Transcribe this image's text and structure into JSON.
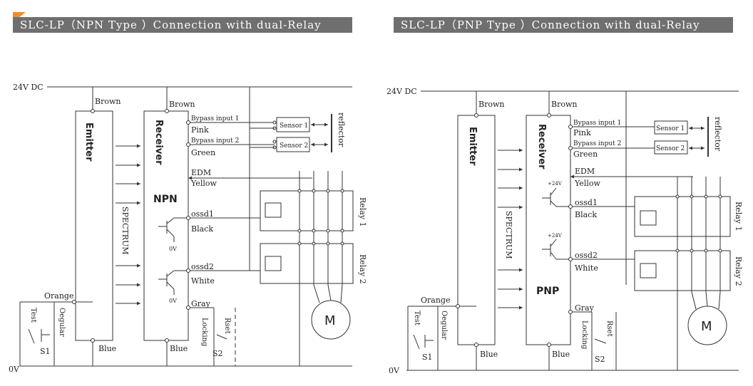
{
  "left": {
    "title": "SLC-LP（NPN Type ）Connection with  dual-Relay",
    "supply": "24V DC",
    "ground": "0V",
    "emitter": "Emitter",
    "receiver": "Receiver",
    "type": "NPN",
    "spectrum": "SPECTRUM",
    "wire_brown_emitter": "Brown",
    "wire_brown_receiver": "Brown",
    "bypass1": "Bypass input 1",
    "pink": "Pink",
    "bypass2": "Bypass input 2",
    "green": "Green",
    "edm": "EDM",
    "yellow": "Yellow",
    "ossd1": "ossd1",
    "black": "Black",
    "ossd2": "ossd2",
    "white": "White",
    "gray": "Gray",
    "orange": "Orange",
    "blue_emitter": "Blue",
    "blue_receiver": "Blue",
    "sensor1": "Sensor 1",
    "sensor2": "Sensor 2",
    "reflector": "reflector",
    "relay1": "Relay 1",
    "relay2": "Relay 2",
    "motor": "M",
    "test": "Test",
    "oegular": "Oegular",
    "s1": "S1",
    "locking": "Locking",
    "rset": "Rset",
    "s2": "S2",
    "zero_v_small": "0V"
  },
  "right": {
    "title": "SLC-LP（PNP Type ）Connection with  dual-Relay",
    "supply": "24V DC",
    "ground": "0V",
    "emitter": "Emitter",
    "receiver": "Receiver",
    "type": "PNP",
    "spectrum": "SPECTRUM",
    "wire_brown_emitter": "Brown",
    "wire_brown_receiver": "Brown",
    "bypass1": "Bypass input 1",
    "pink": "Pink",
    "bypass2": "Bypass input 2",
    "green": "Green",
    "edm": "EDM",
    "yellow": "Yellow",
    "ossd1": "ossd1",
    "black": "Black",
    "ossd2": "ossd2",
    "white": "White",
    "gray": "Gray",
    "orange": "Orange",
    "blue_emitter": "Blue",
    "blue_receiver": "Blue",
    "sensor1": "Sensor 1",
    "sensor2": "Sensor 2",
    "reflector": "reflector",
    "relay1": "Relay 1",
    "relay2": "Relay 2",
    "motor": "M",
    "test": "Test",
    "oegular": "Oegular",
    "s1": "S1",
    "locking": "Locking",
    "rset": "Rset",
    "s2": "S2",
    "plus24v": "+24V"
  },
  "colors": {
    "banner": "#6f6f6f",
    "corner_accent": "#f28c28",
    "line": "#333333"
  }
}
